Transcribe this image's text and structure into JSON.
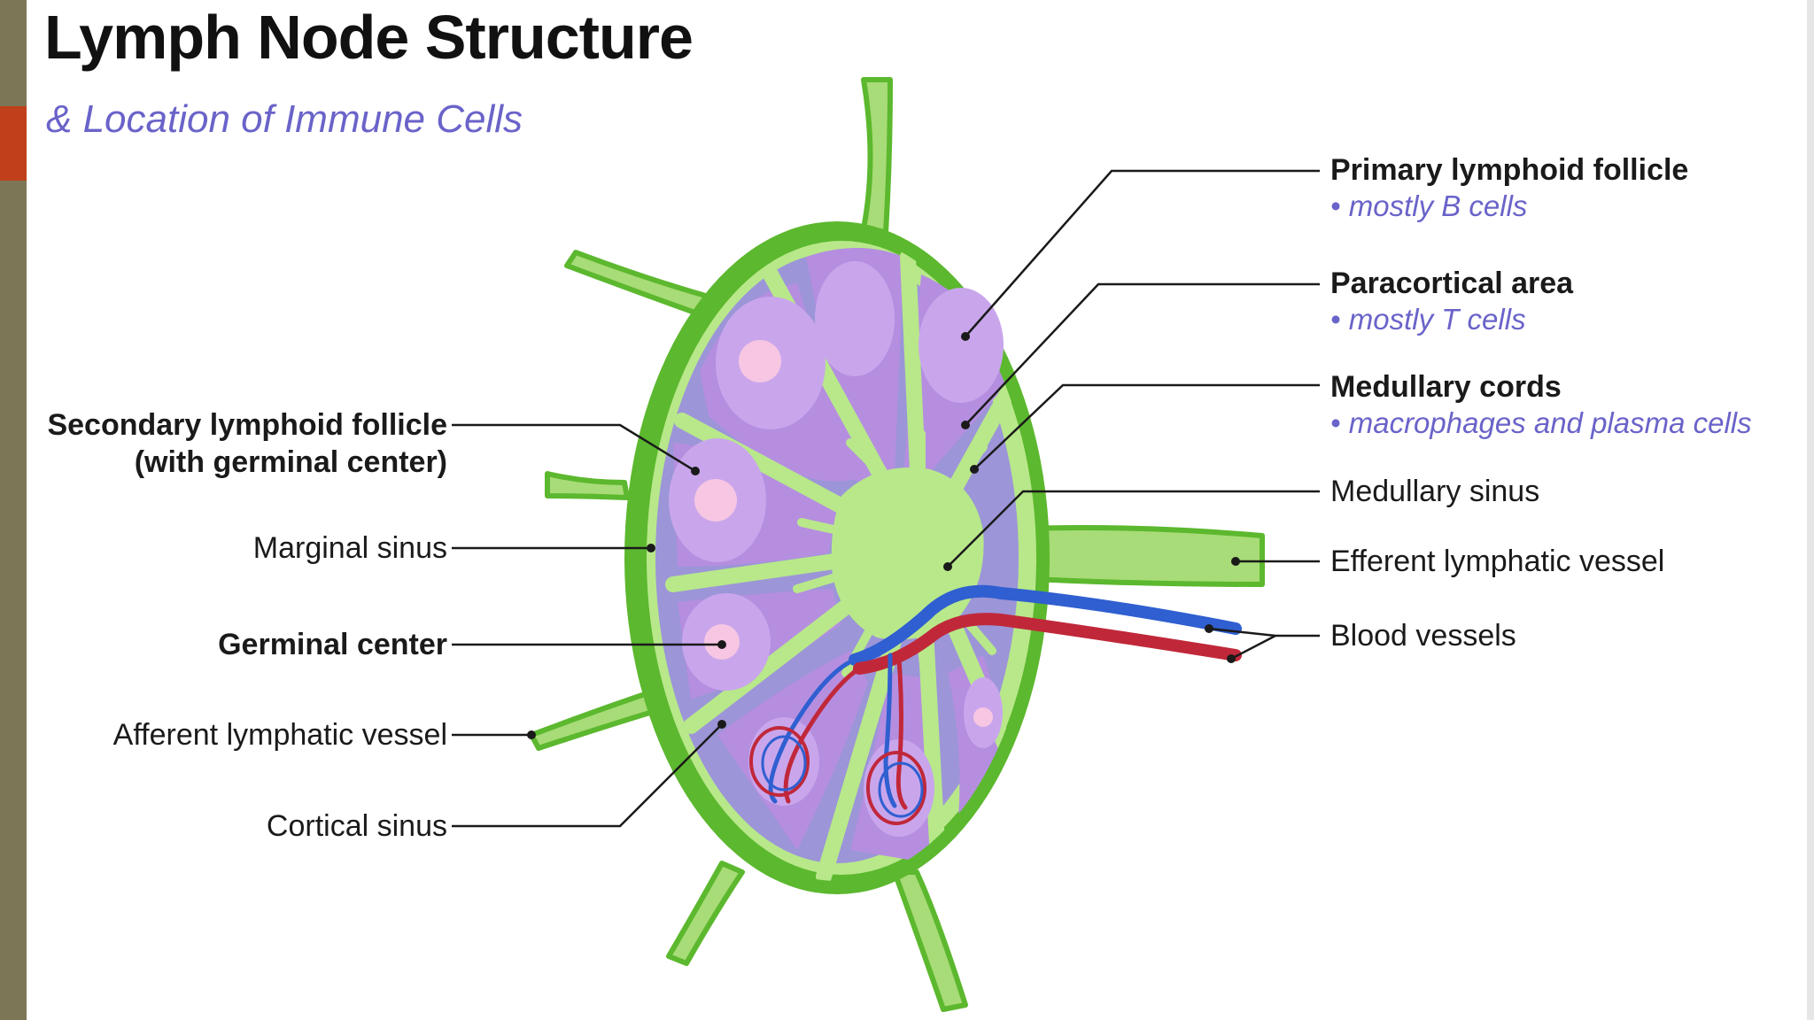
{
  "title": "Lymph Node Structure",
  "subtitle": "& Location of Immune Cells",
  "labels": {
    "primary_follicle": "Primary lymphoid follicle",
    "primary_follicle_note": "• mostly B cells",
    "paracortical": "Paracortical area",
    "paracortical_note": "• mostly T cells",
    "medullary_cords": "Medullary cords",
    "medullary_cords_note": "• macrophages and plasma cells",
    "medullary_sinus": "Medullary sinus",
    "efferent_vessel": "Efferent lymphatic vessel",
    "blood_vessels": "Blood vessels",
    "secondary_follicle": "Secondary lymphoid follicle",
    "secondary_follicle_sub": "(with germinal center)",
    "marginal_sinus": "Marginal sinus",
    "germinal_center": "Germinal center",
    "afferent_vessel": "Afferent lymphatic vessel",
    "cortical_sinus": "Cortical sinus"
  },
  "colors": {
    "capsule_dark": "#5cb82e",
    "capsule_light": "#b8e88a",
    "follicle": "#b58ee0",
    "follicle_core": "#f7c6e2",
    "paracortex": "#9c95d8",
    "artery": "#c0283a",
    "vein": "#2f5fd0"
  }
}
